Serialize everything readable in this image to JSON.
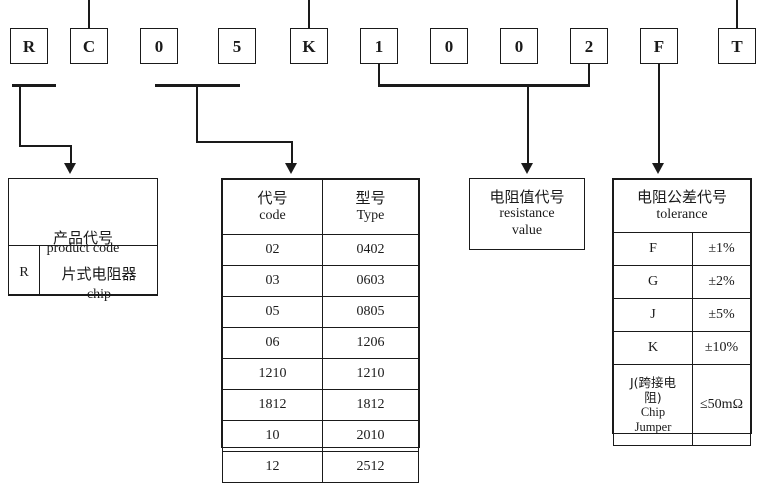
{
  "part_number": {
    "label": "part-number-characters",
    "characters": [
      "R",
      "C",
      "0",
      "5",
      "K",
      "1",
      "0",
      "0",
      "2",
      "F",
      "T"
    ]
  },
  "product_code": {
    "header_cn": "产品代号",
    "header_en": "product code",
    "code": "R",
    "desc_cn": "片式电阻器",
    "desc_en": "chip"
  },
  "size_code": {
    "header": {
      "code_cn": "代号",
      "code_en": "code",
      "type_cn": "型号",
      "type_en": "Type"
    },
    "rows": [
      {
        "code": "02",
        "type": "0402"
      },
      {
        "code": "03",
        "type": "0603"
      },
      {
        "code": "05",
        "type": "0805"
      },
      {
        "code": "06",
        "type": "1206"
      },
      {
        "code": "1210",
        "type": "1210"
      },
      {
        "code": "1812",
        "type": "1812"
      },
      {
        "code": "10",
        "type": "2010"
      },
      {
        "code": "12",
        "type": "2512"
      }
    ]
  },
  "resistance": {
    "title_cn": "电阻值代号",
    "title_en_line1": "resistance",
    "title_en_line2": "value"
  },
  "tolerance": {
    "header_cn": "电阻公差代号",
    "header_en": "tolerance",
    "rows": [
      {
        "code": "F",
        "value": "±1%"
      },
      {
        "code": "G",
        "value": "±2%"
      },
      {
        "code": "J",
        "value": "±5%"
      },
      {
        "code": "K",
        "value": "±10%"
      }
    ],
    "jumper_row": {
      "code_line1": "J(跨接电",
      "code_line2": "阻)",
      "code_line3": "Chip",
      "code_line4": "Jumper",
      "value": "≤50mΩ"
    }
  },
  "colors": {
    "line": "#1a1a1a",
    "background": "#ffffff"
  }
}
